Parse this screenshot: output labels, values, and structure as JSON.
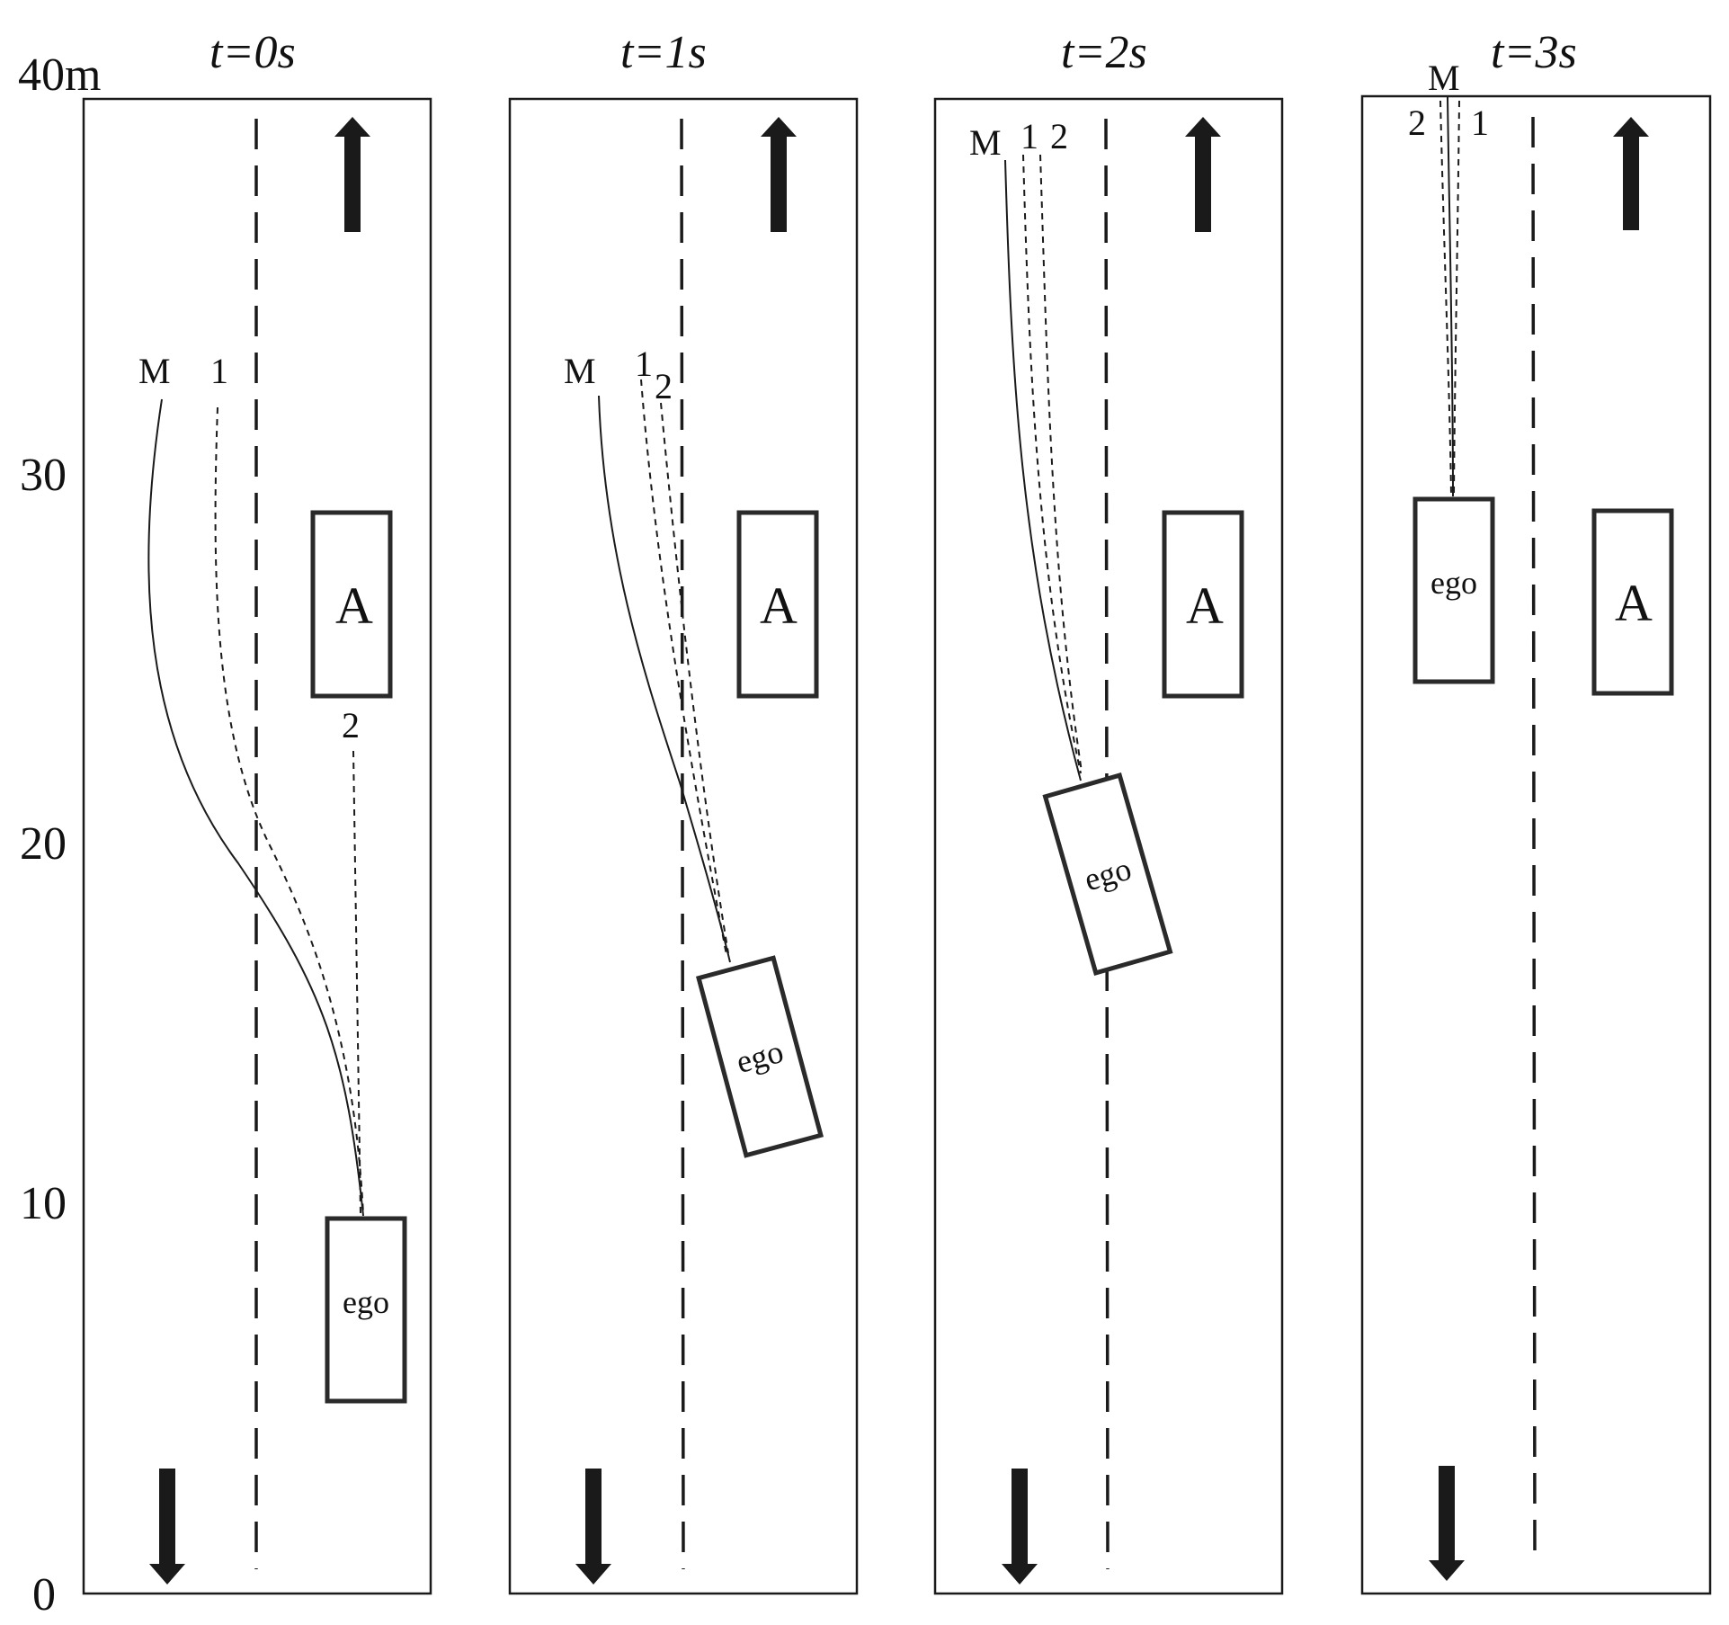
{
  "y_axis": {
    "ticks": [
      "40m",
      "30",
      "20",
      "10",
      "0"
    ]
  },
  "panels": [
    {
      "title": "t=0s",
      "car_a": "A",
      "ego": "ego",
      "traj_labels": [
        "M",
        "1",
        "2"
      ]
    },
    {
      "title": "t=1s",
      "car_a": "A",
      "ego": "ego",
      "traj_labels": [
        "M",
        "1",
        "2"
      ]
    },
    {
      "title": "t=2s",
      "car_a": "A",
      "ego": "ego",
      "traj_labels": [
        "M",
        "1",
        "2"
      ]
    },
    {
      "title": "t=3s",
      "car_a": "A",
      "ego": "ego",
      "traj_labels": [
        "M",
        "2",
        "1"
      ]
    }
  ],
  "colors": {
    "line": "#1a1a1a",
    "car_outline": "#2a2a2a",
    "background": "#ffffff"
  }
}
